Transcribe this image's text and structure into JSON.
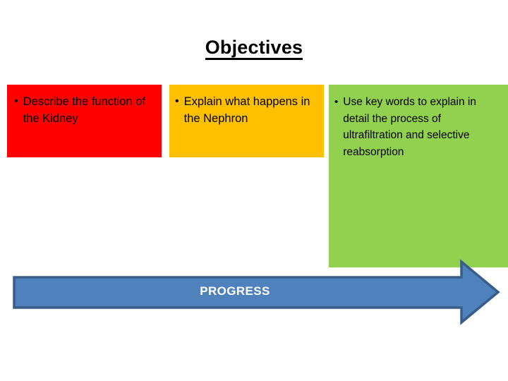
{
  "slide": {
    "title": "Objectives",
    "background_color": "#FFFFFF"
  },
  "objectives": [
    {
      "id": "describe-kidney-function",
      "bullet": "•",
      "text": "Describe the function of the Kidney",
      "color": "#FF0000",
      "color_name": "red"
    },
    {
      "id": "explain-nephron",
      "bullet": "•",
      "text": "Explain what happens in the Nephron",
      "color": "#FFC000",
      "color_name": "amber"
    },
    {
      "id": "key-words-ultrafiltration",
      "bullet": "•",
      "text": "Use key words to explain in detail the process of ultrafiltration and selective reabsorption",
      "color": "#92D050",
      "color_name": "green"
    }
  ],
  "progress": {
    "label": "PROGRESS",
    "fill_color": "#4F81BD",
    "outline_color": "#385D8A",
    "text_color": "#FFFFFF",
    "direction": "right"
  }
}
